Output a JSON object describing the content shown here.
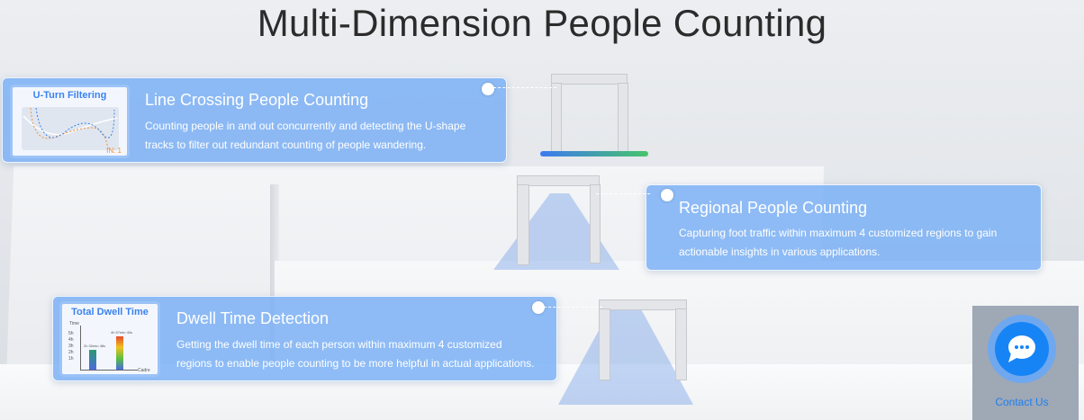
{
  "page": {
    "title": "Multi-Dimension People Counting"
  },
  "cards": [
    {
      "title": "Line Crossing People Counting",
      "description_lines": [
        "Counting people in and out concurrently and detecting the U-shape",
        "tracks to filter out redundant counting of people wandering."
      ],
      "thumb_title": "U-Turn Filtering",
      "thumb_label": "IN: 1"
    },
    {
      "title": "Regional People Counting",
      "description_lines": [
        "Capturing foot traffic within maximum 4 customized regions to gain",
        "actionable insights in various applications."
      ]
    },
    {
      "title": "Dwell Time Detection",
      "description_lines": [
        "Getting the dwell time of each person within maximum 4 customized",
        "regions to enable people counting to be more helpful in actual applications."
      ],
      "thumb_title": "Total Dwell Time",
      "thumb_axis_y": "Time",
      "thumb_axis_x": "Cadre",
      "thumb_ticks": [
        "5h",
        "4h",
        "3h",
        "2h",
        "1h"
      ],
      "thumb_bar_labels": [
        "2h 30min 48s",
        "4h 57min 40s"
      ]
    }
  ],
  "contact": {
    "label": "Contact Us",
    "icon": "chat-bubble-icon"
  },
  "colors": {
    "accent": "#1784f5",
    "card": "#78aff5"
  }
}
